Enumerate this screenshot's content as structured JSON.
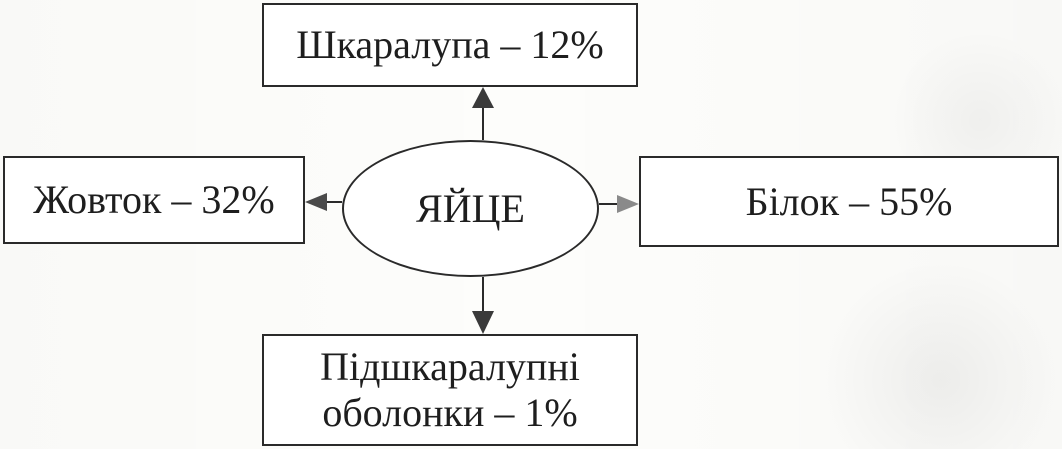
{
  "diagram": {
    "center": {
      "label": "ЯЙЦЕ"
    },
    "top": {
      "label": "Шкаралупа – 12%"
    },
    "left": {
      "label": "Жовток  – 32%"
    },
    "right": {
      "label": "Білок  – 55%"
    },
    "bottom": {
      "label": "Підшкаралупні\nоболонки – 1%"
    }
  },
  "colors": {
    "line": "#2a2a2a",
    "arrow_dark": "#3a3a3a",
    "arrow_light": "#8a8a8a"
  }
}
